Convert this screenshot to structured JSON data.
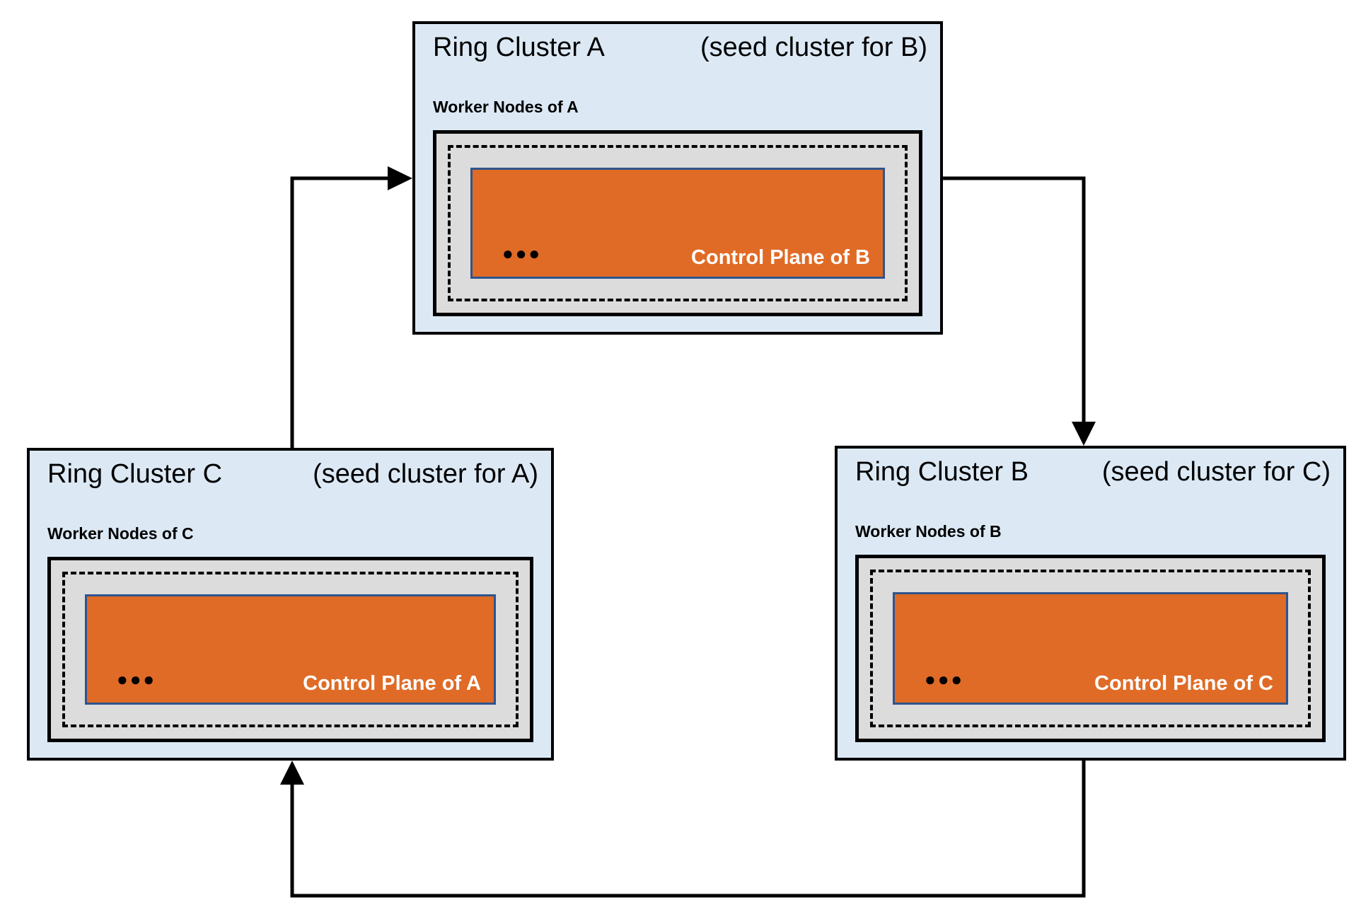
{
  "diagram": {
    "description": "Three Kubernetes ring clusters hosting each other's control planes in a cycle",
    "clusters": [
      {
        "id": "A",
        "title": "Ring Cluster A",
        "subtitle": "(seed cluster for B)",
        "worker_label": "Worker Nodes of A",
        "control_plane_label": "Control Plane of B",
        "ellipsis": "●●●"
      },
      {
        "id": "C",
        "title": "Ring Cluster C",
        "subtitle": "(seed cluster for A)",
        "worker_label": "Worker Nodes of C",
        "control_plane_label": "Control Plane of A",
        "ellipsis": "●●●"
      },
      {
        "id": "B",
        "title": "Ring Cluster B",
        "subtitle": "(seed cluster for C)",
        "worker_label": "Worker Nodes of B",
        "control_plane_label": "Control Plane of C",
        "ellipsis": "●●●"
      }
    ],
    "arrows": [
      {
        "from": "C",
        "to": "A"
      },
      {
        "from": "A",
        "to": "B"
      },
      {
        "from": "B",
        "to": "C"
      }
    ],
    "colors": {
      "cluster_fill": "#dce9f5",
      "worker_fill": "#dcdcdc",
      "control_fill": "#e06b26",
      "control_border": "#2e548e",
      "line": "#000000"
    }
  }
}
